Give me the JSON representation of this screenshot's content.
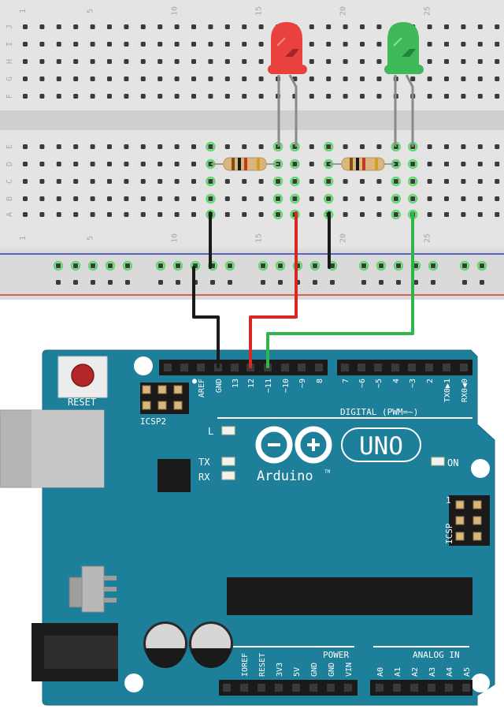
{
  "breadboard": {
    "column_numbers": [
      "1",
      "5",
      "10",
      "15",
      "20",
      "25"
    ],
    "top_row_letters": [
      "J",
      "I",
      "H",
      "G",
      "F"
    ],
    "middle_row_letters": [
      "E",
      "D",
      "C",
      "B",
      "A"
    ]
  },
  "leds": [
    {
      "color": "red",
      "hex": "#e8413e"
    },
    {
      "color": "green",
      "hex": "#3fb85a"
    }
  ],
  "wires": [
    {
      "color": "black",
      "hex": "#1a1a1a"
    },
    {
      "color": "red",
      "hex": "#d52a24"
    },
    {
      "color": "green",
      "hex": "#2fb54a"
    }
  ],
  "arduino": {
    "board_color": "#1d7f99",
    "reset_label": "RESET",
    "icsp2_label": "ICSP2",
    "top_header_labels": [
      "AREF",
      "GND",
      "13",
      "12",
      "~11",
      "~10",
      "~9",
      "8"
    ],
    "right_header_labels": [
      "7",
      "~6",
      "~5",
      "4",
      "~3",
      "2",
      "TX0▶1",
      "RX0◀0"
    ],
    "digital_label": "DIGITAL (PWM=~)",
    "led_labels": {
      "l": "L",
      "tx": "TX",
      "rx": "RX",
      "on": "ON"
    },
    "brand": "Arduino",
    "trademark": "TM",
    "model": "UNO",
    "icsp_label": "ICSP",
    "icsp_pin1": "1",
    "power_label": "POWER",
    "power_pins": [
      "IOREF",
      "RESET",
      "3V3",
      "5V",
      "GND",
      "GND",
      "VIN"
    ],
    "analog_label": "ANALOG IN",
    "analog_pins": [
      "A0",
      "A1",
      "A2",
      "A3",
      "A4",
      "A5"
    ]
  }
}
